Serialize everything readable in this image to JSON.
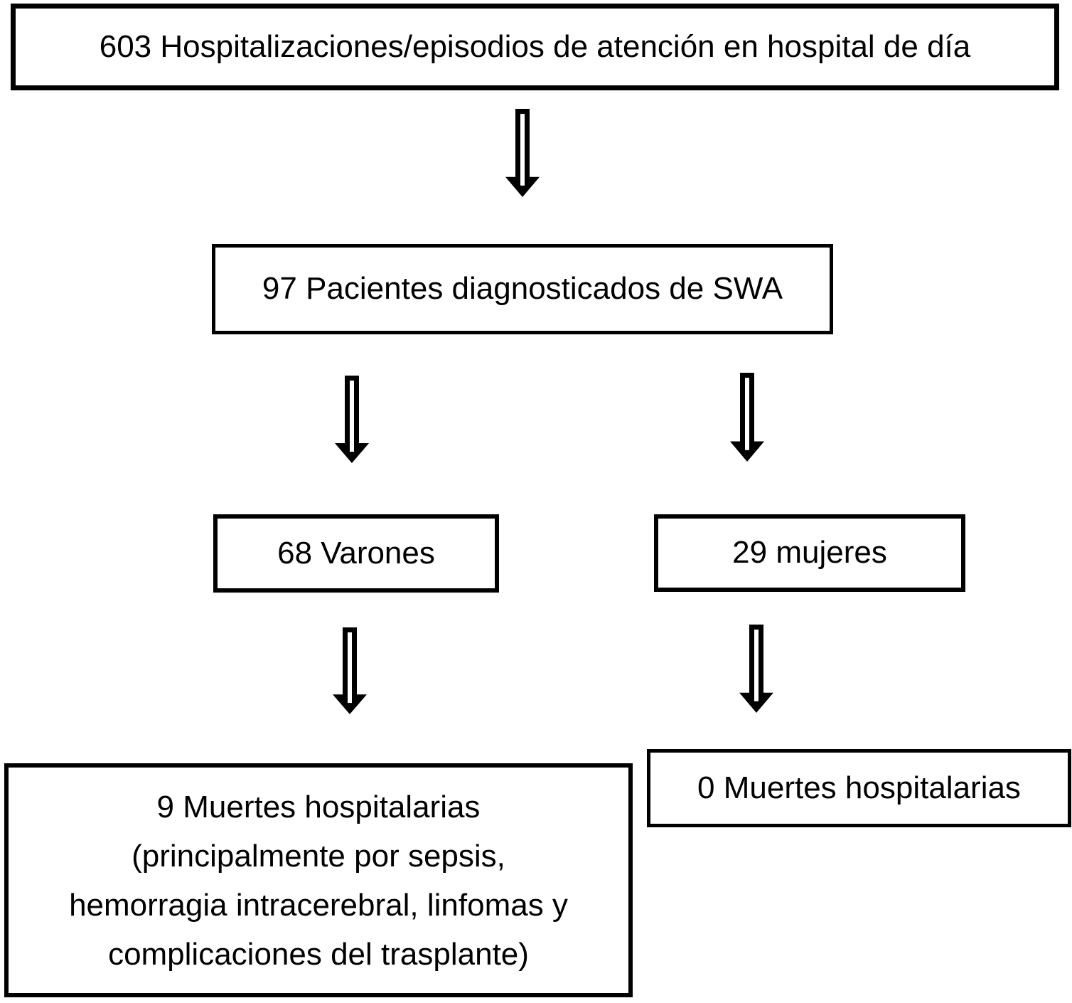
{
  "flowchart": {
    "title_hint": "Patient flow diagram (hospital day-care episodes to in-hospital deaths)",
    "boxes": {
      "hospitalizations": {
        "text": "603 Hospitalizaciones/episodios de atención en hospital de día"
      },
      "diagnosed": {
        "text": "97 Pacientes diagnosticados de SWA"
      },
      "males": {
        "text": "68 Varones"
      },
      "females": {
        "text": "29 mujeres"
      },
      "male_deaths": {
        "lines": [
          "9 Muertes hospitalarias",
          "(principalmente por sepsis,",
          "hemorragia intracerebral, linfomas y",
          "complicaciones del trasplante)"
        ]
      },
      "female_deaths": {
        "text": "0 Muertes hospitalarias"
      }
    },
    "icons": {
      "arrow": "down-arrow-icon"
    },
    "colors": {
      "border": "#000000",
      "background": "#ffffff",
      "text": "#000000"
    }
  }
}
